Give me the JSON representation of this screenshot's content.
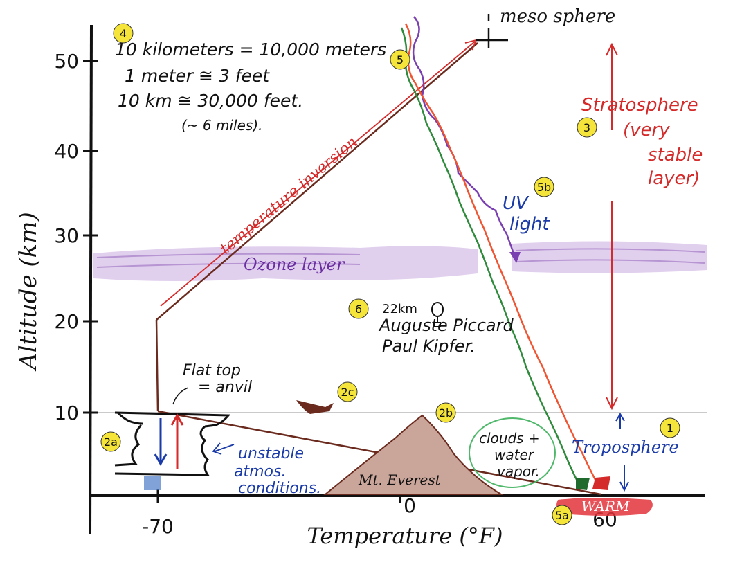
{
  "axes": {
    "y_label": "Altitude (km)",
    "x_label": "Temperature (°F)",
    "y_ticks": [
      "10",
      "20",
      "30",
      "40",
      "50"
    ],
    "x_ticks": [
      "-70",
      "0",
      "60"
    ]
  },
  "colors": {
    "ink": "#1a1a1a",
    "brown": "#6b2a1e",
    "red": "#d42a2a",
    "green": "#2f8a3c",
    "orange": "#ee5533",
    "purple": "#7a3fb0",
    "ozone": "#b48ad0",
    "blue": "#1a3aa8",
    "badge": "#f5e53a",
    "gray_line": "#b8b8b8"
  },
  "badges": [
    "1",
    "2a",
    "2b",
    "2c",
    "3",
    "4",
    "5",
    "5a",
    "5b",
    "6"
  ],
  "notes": {
    "units": [
      "10 kilometers = 10,000 meters",
      "1 meter ≅ 3 feet",
      "10 km ≅ 30,000 feet.",
      "(~ 6 miles)."
    ],
    "mesosphere": "meso sphere",
    "stratosphere": [
      "Stratosphere",
      "(very",
      "stable",
      "layer)"
    ],
    "troposphere": "Troposphere",
    "inversion": "temperature inversion",
    "ozone": "Ozone layer",
    "uv": [
      "UV",
      "light"
    ],
    "balloon_alt": "22km",
    "balloonists": [
      "Auguste Piccard",
      "Paul Kipfer."
    ],
    "anvil": [
      "Flat top",
      "= anvil"
    ],
    "unstable": [
      "unstable",
      "atmos.",
      "conditions."
    ],
    "everest": "Mt. Everest",
    "clouds": [
      "clouds +",
      "water",
      "vapor."
    ],
    "warm": "WARM"
  }
}
